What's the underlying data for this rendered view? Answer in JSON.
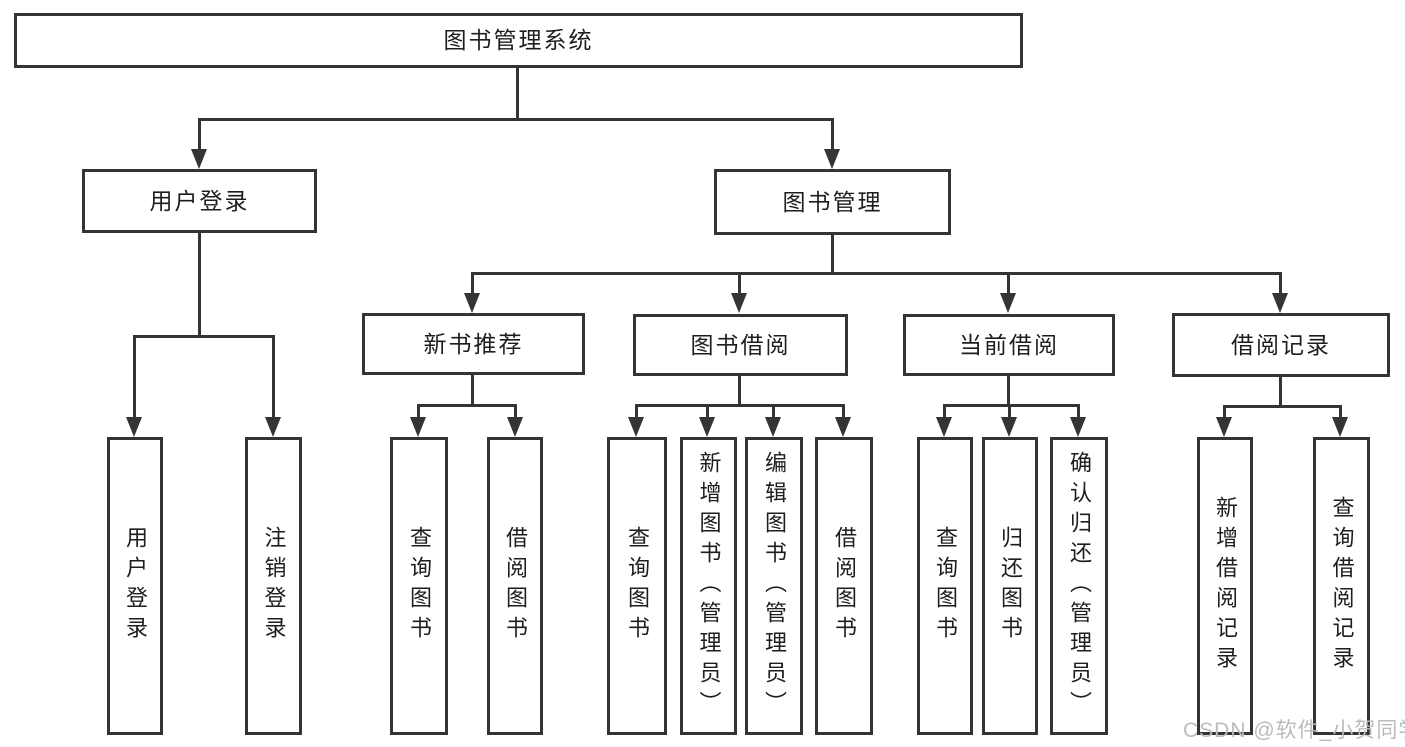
{
  "diagram": {
    "title_node": "图书管理系统",
    "level2": [
      {
        "label": "用户登录"
      },
      {
        "label": "图书管理"
      }
    ],
    "level3": [
      {
        "label": "新书推荐"
      },
      {
        "label": "图书借阅"
      },
      {
        "label": "当前借阅"
      },
      {
        "label": "借阅记录"
      }
    ],
    "leaves": [
      {
        "label": "用户登录",
        "parent": "用户登录"
      },
      {
        "label": "注销登录",
        "parent": "用户登录"
      },
      {
        "label": "查询图书",
        "parent": "新书推荐"
      },
      {
        "label": "借阅图书",
        "parent": "新书推荐"
      },
      {
        "label": "查询图书",
        "parent": "图书借阅"
      },
      {
        "label": "新增图书（管理员）",
        "parent": "图书借阅"
      },
      {
        "label": "编辑图书（管理员）",
        "parent": "图书借阅"
      },
      {
        "label": "借阅图书",
        "parent": "图书借阅"
      },
      {
        "label": "查询图书",
        "parent": "当前借阅"
      },
      {
        "label": "归还图书",
        "parent": "当前借阅"
      },
      {
        "label": "确认归还（管理员）",
        "parent": "当前借阅"
      },
      {
        "label": "新增借阅记录",
        "parent": "借阅记录"
      },
      {
        "label": "查询借阅记录",
        "parent": "借阅记录"
      }
    ],
    "watermark": "CSDN @软件_小贺同学",
    "colors": {
      "line": "#343434",
      "text": "#1e1e1e",
      "background": "#ffffff",
      "watermark": "#b9bcbf"
    }
  }
}
